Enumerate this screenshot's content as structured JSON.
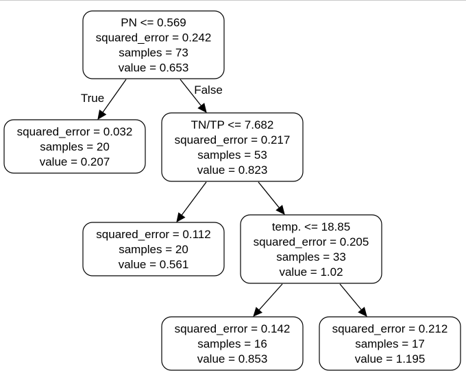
{
  "tree": {
    "nodes": [
      {
        "id": "n0",
        "lines": [
          "PN <= 0.569",
          "squared_error = 0.242",
          "samples = 73",
          "value = 0.653"
        ]
      },
      {
        "id": "n1",
        "lines": [
          "squared_error = 0.032",
          "samples = 20",
          "value = 0.207"
        ]
      },
      {
        "id": "n2",
        "lines": [
          "TN/TP <= 7.682",
          "squared_error = 0.217",
          "samples = 53",
          "value = 0.823"
        ]
      },
      {
        "id": "n3",
        "lines": [
          "squared_error = 0.112",
          "samples = 20",
          "value = 0.561"
        ]
      },
      {
        "id": "n4",
        "lines": [
          "temp. <= 18.85",
          "squared_error = 0.205",
          "samples = 33",
          "value = 1.02"
        ]
      },
      {
        "id": "n5",
        "lines": [
          "squared_error = 0.142",
          "samples = 16",
          "value = 0.853"
        ]
      },
      {
        "id": "n6",
        "lines": [
          "squared_error = 0.212",
          "samples = 17",
          "value = 1.195"
        ]
      }
    ],
    "edges": [
      {
        "from": "n0",
        "to": "n1",
        "label": "True"
      },
      {
        "from": "n0",
        "to": "n2",
        "label": "False"
      },
      {
        "from": "n2",
        "to": "n3",
        "label": ""
      },
      {
        "from": "n2",
        "to": "n4",
        "label": ""
      },
      {
        "from": "n4",
        "to": "n5",
        "label": ""
      },
      {
        "from": "n4",
        "to": "n6",
        "label": ""
      }
    ]
  }
}
